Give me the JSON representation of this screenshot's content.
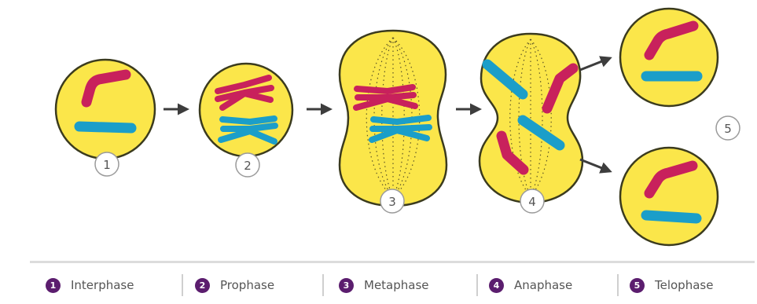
{
  "colors": {
    "cell_fill": "#fbe64a",
    "cell_stroke": "#3b3b1e",
    "chromosome_red": "#c8215c",
    "chromosome_blue": "#1b9ec9",
    "arrow": "#3d3d3d",
    "spindle": "#5c5426",
    "badge": "#5b1d6e"
  },
  "stage_labels": [
    "1",
    "2",
    "3",
    "4",
    "5"
  ],
  "legend": [
    {
      "num": "1",
      "label": "Interphase"
    },
    {
      "num": "2",
      "label": "Prophase"
    },
    {
      "num": "3",
      "label": "Metaphase"
    },
    {
      "num": "4",
      "label": "Anaphase"
    },
    {
      "num": "5",
      "label": "Telophase"
    }
  ]
}
